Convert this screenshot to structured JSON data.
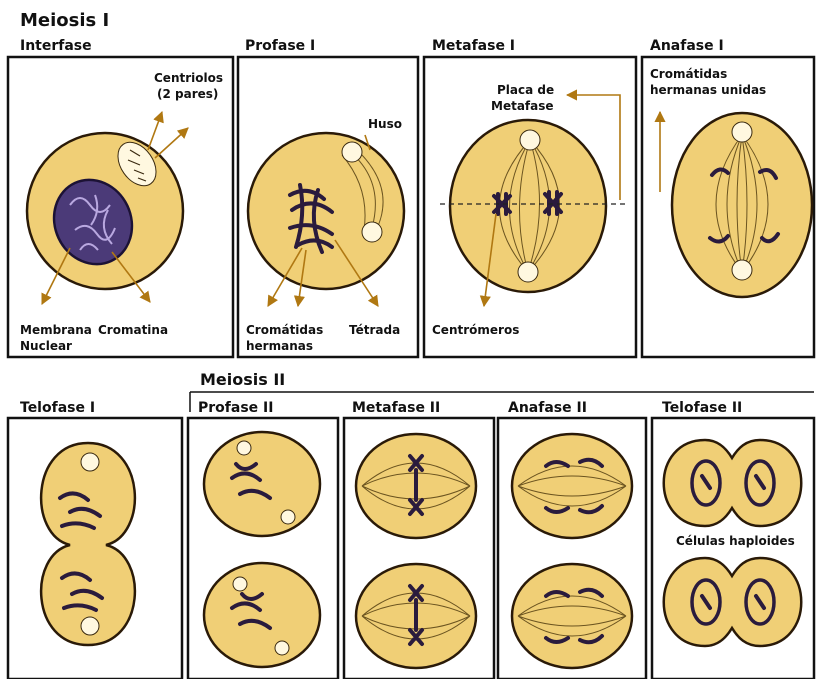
{
  "colors": {
    "cell": "#f0cf76",
    "cell_edge": "#2a1a08",
    "arrow": "#b07812",
    "nucleus": "#4b3a78",
    "chromosome": "#3c2a55"
  },
  "meiosis1": {
    "title": "Meiosis I",
    "phases": {
      "interphase": "Interfase",
      "prophase": "Profase I",
      "metaphase": "Metafase I",
      "anaphase": "Anafase I"
    },
    "labels": {
      "centrioles_line1": "Centriolos",
      "centrioles_line2": "(2 pares)",
      "membrane_line1": "Membrana",
      "membrane_line2": "Nuclear",
      "chromatin": "Cromatina",
      "spindle": "Huso",
      "sister_line1": "Cromátidas",
      "sister_line2": "hermanas",
      "tetrad": "Tétrada",
      "plate_line1": "Placa de",
      "plate_line2": "Metafase",
      "centromeres": "Centrómeros",
      "sister_joined_line1": "Cromátidas",
      "sister_joined_line2": "hermanas unidas"
    }
  },
  "meiosis2": {
    "title": "Meiosis II",
    "telophase1": "Telofase I",
    "phases": {
      "prophase": "Profase II",
      "metaphase": "Metafase II",
      "anaphase": "Anafase II",
      "telophase": "Telofase II"
    },
    "labels": {
      "haploid": "Células haploides"
    }
  }
}
